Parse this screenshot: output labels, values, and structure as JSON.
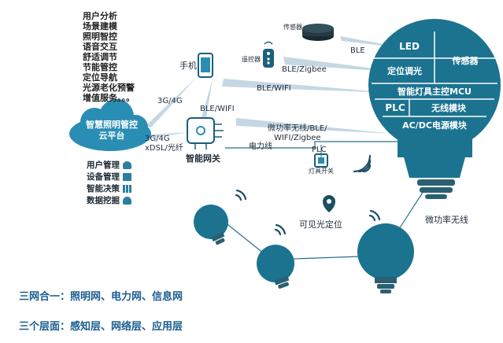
{
  "features": [
    "用户分析",
    "场景建模",
    "照明智控",
    "语音交互",
    "舒适调节",
    "节能管控",
    "定位导航",
    "光源老化预警",
    "增值服务。。。"
  ],
  "cloud": {
    "line1": "智慧照明管控",
    "line2": "云平台"
  },
  "management": [
    {
      "label": "用户管理",
      "icon": "user-icon"
    },
    {
      "label": "设备管理",
      "icon": "device-icon"
    },
    {
      "label": "智能决策",
      "icon": "bar-chart-icon"
    },
    {
      "label": "数据挖掘",
      "icon": "cloud-data-icon"
    }
  ],
  "links": {
    "cloud_phone": "3G/4G",
    "cloud_gateway_1": "3G/4G",
    "cloud_gateway_2": "xDSL/光纤",
    "phone_gateway": "BLE/WIFI",
    "phone_bulb": "BLE/WIFI",
    "remote_bulb": "BLE/Zigbee",
    "sensor_bulb": "BLE",
    "gateway_bulb": "微功率无线/BLE/\nWIFI/Zigbee",
    "power_line": "电力线",
    "plc": "PLC",
    "wireless": "微功率无线"
  },
  "devices": {
    "phone": "手机",
    "remote": "遥控器",
    "sensor": "传感器",
    "gateway": "智能网关",
    "switch": "灯具开关",
    "positioning": "可见光定位"
  },
  "bulb_modules": {
    "led": "LED",
    "dimming": "定位调光",
    "sensor": "传感器",
    "mcu": "智能灯具主控MCU",
    "plc": "PLC",
    "wireless": "无线模块",
    "power": "AC/DC电源模块"
  },
  "summary": [
    "三网合一：照明网、电力网、信息网",
    "三个层面：感知层、网络层、应用层"
  ],
  "colors": {
    "primary": "#0e6e8c",
    "bulb": "#1b7390",
    "accent": "#2a9cc0",
    "text_blue": "#1a5d8f"
  }
}
